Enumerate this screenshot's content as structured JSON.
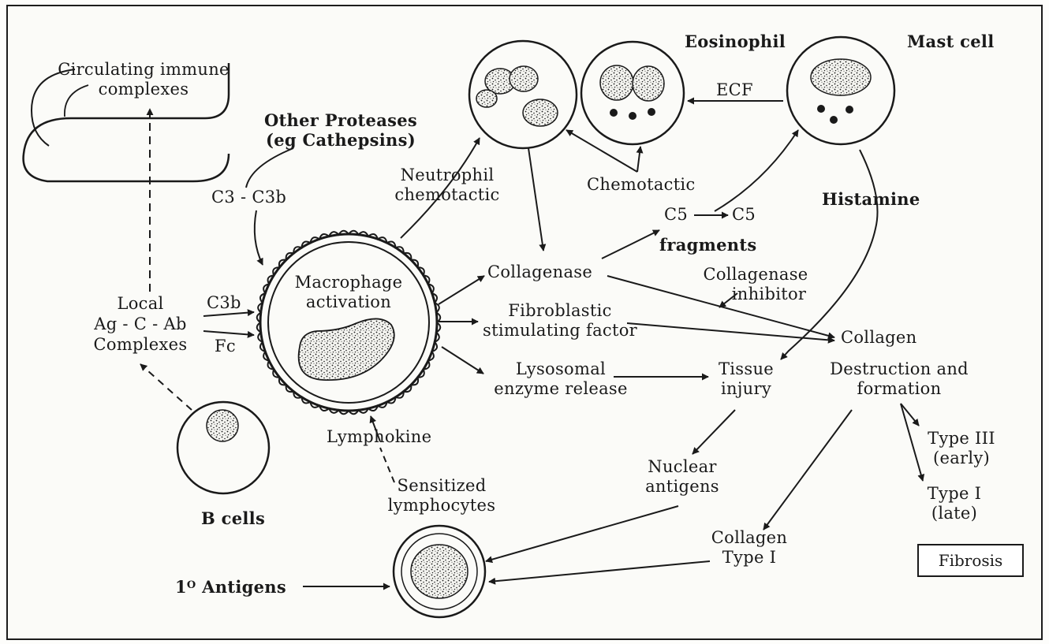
{
  "labels": {
    "circulating": [
      "Circulating immune",
      "complexes"
    ],
    "other_proteases": [
      "Other Proteases",
      "(eg Cathepsins)"
    ],
    "c3_c3b": "C3 - C3b",
    "local_complexes": [
      "Local",
      "Ag - C - Ab",
      "Complexes"
    ],
    "c3b": "C3b",
    "fc": "Fc",
    "b_cells": "B cells",
    "macrophage": [
      "Macrophage",
      "activation"
    ],
    "neutrophil_chemotactic": [
      "Neutrophil",
      "chemotactic"
    ],
    "chemotactic": "Chemotactic",
    "eosinophil": "Eosinophil",
    "ecf": "ECF",
    "mast_cell": "Mast cell",
    "histamine": "Histamine",
    "c5_left": "C5",
    "c5_right": "C5",
    "c5_fragments": "fragments",
    "collagenase": "Collagenase",
    "collagenase_inhibitor": [
      "Collagenase",
      "inhibitor"
    ],
    "fibroblastic": [
      "Fibroblastic",
      "stimulating factor"
    ],
    "collagen": "Collagen",
    "lysosomal": [
      "Lysosomal",
      "enzyme release"
    ],
    "tissue_injury": [
      "Tissue",
      "injury"
    ],
    "destruction": [
      "Destruction and",
      "formation"
    ],
    "type_iii": [
      "Type III",
      "(early)"
    ],
    "type_i_late": [
      "Type I",
      "(late)"
    ],
    "lymphokine": "Lymphokine",
    "sensitized": [
      "Sensitized",
      "lymphocytes"
    ],
    "nuclear_antigens": [
      "Nuclear",
      "antigens"
    ],
    "collagen_type_i": [
      "Collagen",
      "Type I"
    ],
    "primary_antigens_sup": "O",
    "primary_antigens_prefix": "1",
    "primary_antigens": "Antigens",
    "fibrosis": "Fibrosis"
  }
}
